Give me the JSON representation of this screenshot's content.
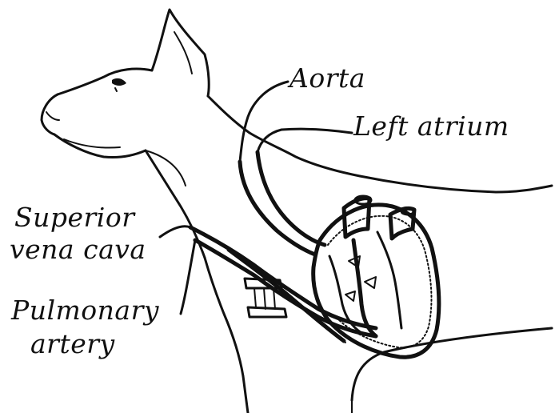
{
  "labels": {
    "aorta": "Aorta",
    "left_atrium": "Left atrium",
    "superior_vena_cava_line1": "Superior",
    "superior_vena_cava_line2": "vena cava",
    "pulmonary_artery_line1": "Pulmonary",
    "pulmonary_artery_line2": "artery"
  },
  "colors": {
    "ink": "#111111",
    "background": "#ffffff"
  }
}
